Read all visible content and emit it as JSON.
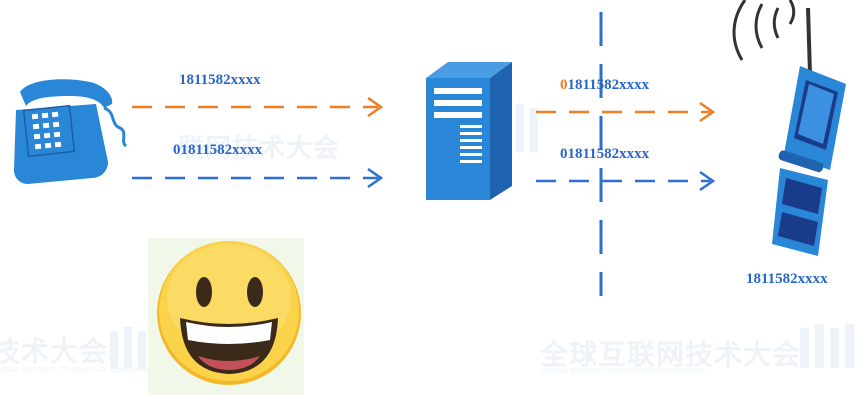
{
  "labels": {
    "top_left": "1811582xxxx",
    "mid_left": "01811582xxxx",
    "top_right_prefix": "0",
    "top_right_rest": "1811582xxxx",
    "mid_right": "01811582xxxx",
    "phone_number": "1811582xxxx"
  },
  "watermark": {
    "main_text": "全球互联网技术大会",
    "left_fragment": "技术大会",
    "center_fragment": "联网技术大会",
    "sub_text": "GLOBAL INTERNET TECHNOLOGY CONFERENCE"
  },
  "icons": {
    "left_device": "landline-telephone-icon",
    "center_device": "server-tower-icon",
    "right_device": "flip-mobile-phone-icon",
    "reaction": "grinning-face-emoji-icon"
  },
  "colors": {
    "orange_arrow": "#f07e22",
    "blue_arrow": "#2c6fd6",
    "label_blue": "#2867c8",
    "device_blue": "#2a86d6",
    "divider_blue": "#2a6fd1"
  }
}
